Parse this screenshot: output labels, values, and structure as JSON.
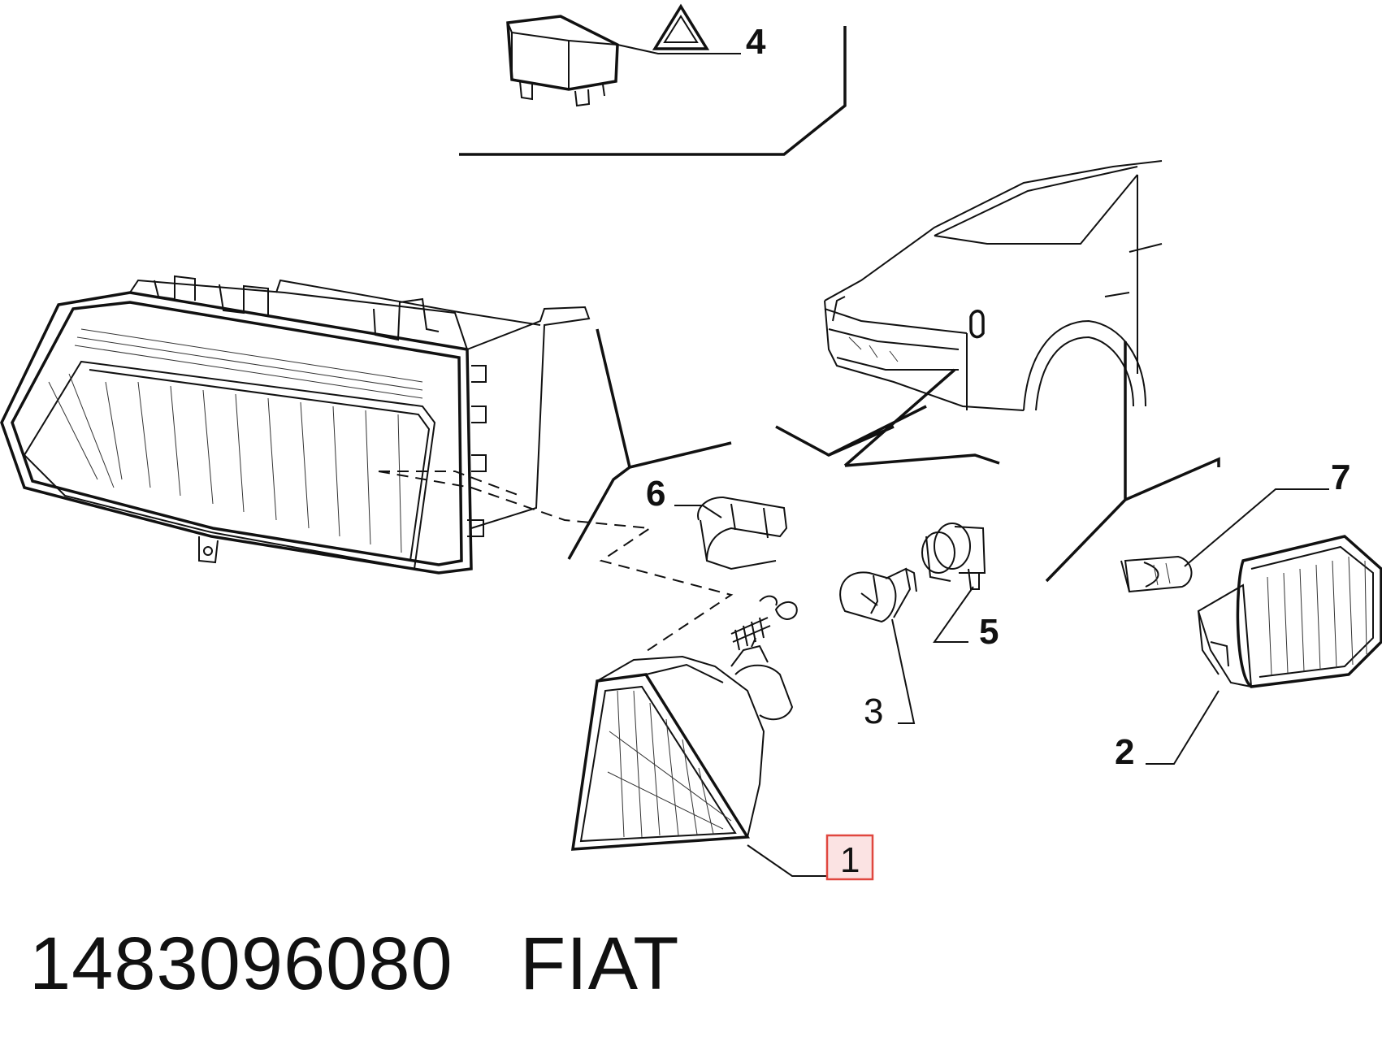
{
  "diagram": {
    "callouts": [
      {
        "id": "1",
        "label": "1",
        "highlighted": true
      },
      {
        "id": "2",
        "label": "2"
      },
      {
        "id": "3",
        "label": "3"
      },
      {
        "id": "4",
        "label": "4"
      },
      {
        "id": "5",
        "label": "5"
      },
      {
        "id": "6",
        "label": "6"
      },
      {
        "id": "7",
        "label": "7"
      }
    ],
    "highlight_color": "#e0473f"
  },
  "footer": {
    "part_number": "1483096080",
    "brand": "FIAT"
  }
}
